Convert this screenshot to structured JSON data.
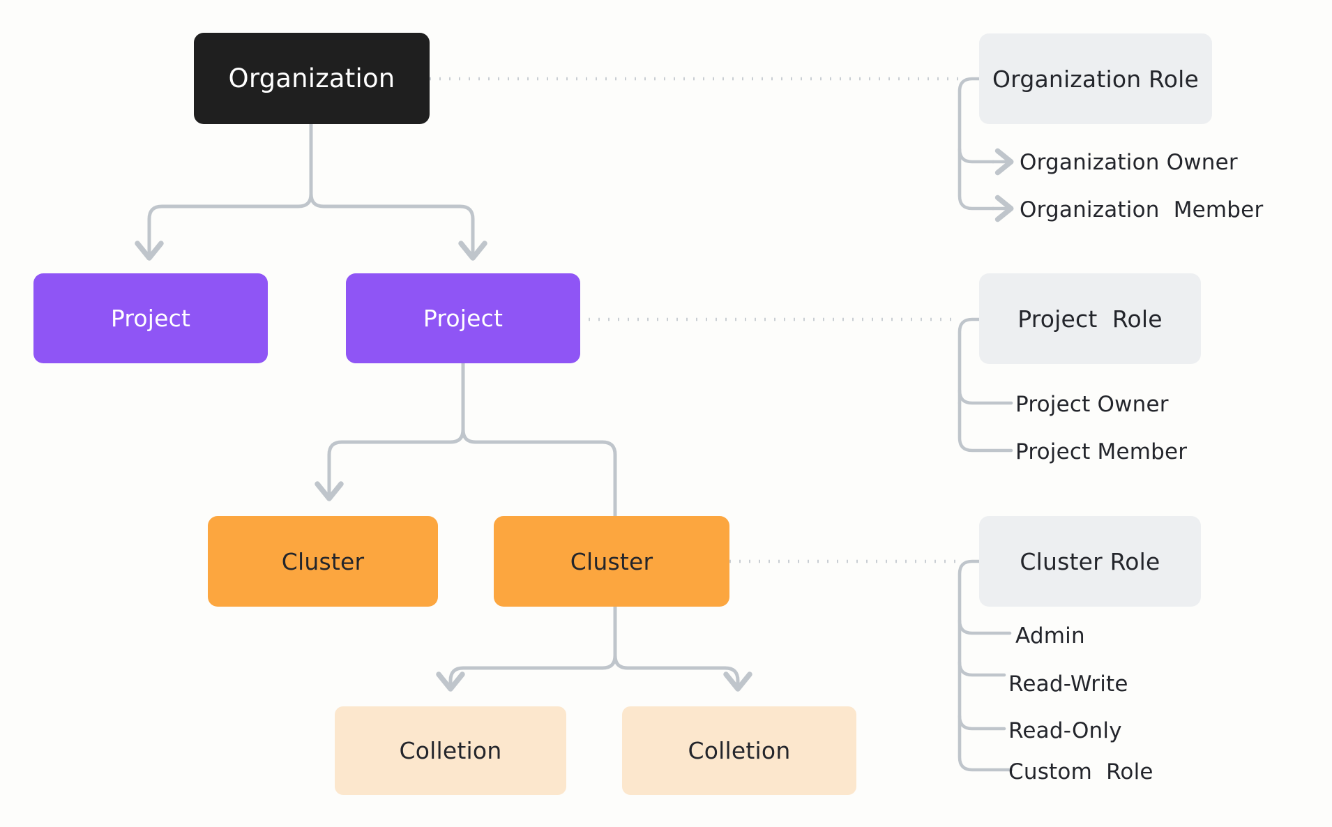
{
  "diagram": {
    "title": "Organization / Project / Cluster / Collection hierarchy with roles",
    "background_color": "#FDFDFB",
    "connector_color": "#BFC5CB"
  },
  "nodes": {
    "organization": {
      "label": "Organization",
      "color": "#1F1F1F",
      "text_color": "#FFFFFF"
    },
    "project_left": {
      "label": "Project",
      "color": "#8F55F5",
      "text_color": "#FFFFFF"
    },
    "project_right": {
      "label": "Project",
      "color": "#8F55F5",
      "text_color": "#FFFFFF"
    },
    "cluster_left": {
      "label": "Cluster",
      "color": "#FCA63F",
      "text_color": "#23252B"
    },
    "cluster_right": {
      "label": "Cluster",
      "color": "#FCA63F",
      "text_color": "#23252B"
    },
    "collection_left": {
      "label": "Colletion",
      "color": "#FCE7CD",
      "text_color": "#23252B"
    },
    "collection_right": {
      "label": "Colletion",
      "color": "#FCE7CD",
      "text_color": "#23252B"
    }
  },
  "role_groups": {
    "organization_role": {
      "label": "Organization Role",
      "color": "#EDEFF1",
      "items": [
        {
          "label": "Organization Owner"
        },
        {
          "label": "Organization  Member"
        }
      ]
    },
    "project_role": {
      "label": "Project  Role",
      "color": "#EDEFF1",
      "items": [
        {
          "label": "Project Owner"
        },
        {
          "label": "Project Member"
        }
      ]
    },
    "cluster_role": {
      "label": "Cluster Role",
      "color": "#EDEFF1",
      "items": [
        {
          "label": "Admin"
        },
        {
          "label": "Read-Write"
        },
        {
          "label": "Read-Only"
        },
        {
          "label": "Custom  Role"
        }
      ]
    }
  }
}
